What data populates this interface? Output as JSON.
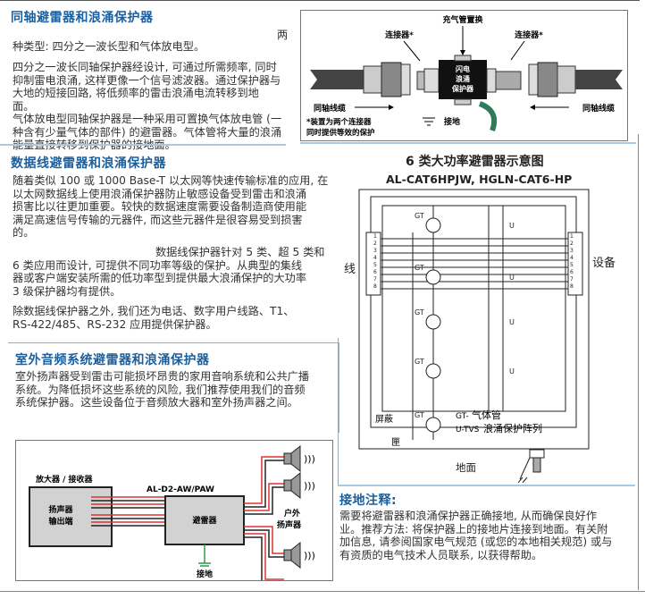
{
  "coax": {
    "title": "同轴避雷器和浪涌保护器",
    "para1_end": "两",
    "para1": "种类型: 四分之一波长型和气体放电型。",
    "para2_lines": [
      "四分之一波长同轴保护器经设计, 可通过所需频率, 同时",
      "抑制雷电浪涌, 这样更像一个信号滤波器。通过保护器与",
      "大地的短接回路, 将低频率的雷击浪涌电流转移到地",
      "面。"
    ],
    "para3_lines": [
      "气体放电型同轴保护器是一种采用可置换气体放电管 (一",
      "种含有少量气体的部件) 的避雷器。气体管将大量的浪涌",
      "能量直接转移到保护器的接地面。"
    ],
    "figure": {
      "gas_tube_label": "充气管置换",
      "connector_left": "连接器*",
      "connector_right": "连接器*",
      "device_label": [
        "闪电",
        "浪涌",
        "保护器"
      ],
      "cable_left": "同轴线缆",
      "cable_right": "同轴线缆",
      "ground": "接地",
      "note_lines": [
        "*装置为两个连接器",
        "同时提供等效的保护"
      ]
    }
  },
  "data_line": {
    "title": "数据线避雷器和浪涌保护器",
    "para1_lines": [
      "随着类似 100 或 1000 Base-T 以太网等快速传输标准的应用, 在",
      "以太网数据线上使用浪涌保护器防止敏感设备受到雷击和浪涌",
      "损害比以往更加重要。较快的数据速度需要设备制造商使用能",
      "满足高速信号传输的元器件, 而这些元器件是很容易受到损害",
      "的。"
    ],
    "para2_lines": [
      "数据线保护器针对 5 类、超 5 类和",
      "6 类应用而设计, 可提供不同功率等级的保护。从典型的集线",
      "器或客户端安装所需的低功率型到提供最大浪涌保护的大功率",
      "3 级保护器均有提供。"
    ],
    "para3_lines": [
      "除数据线保护器之外, 我们还为电话、数字用户线路、T1、",
      "RS-422/485、RS-232 应用提供保护器。"
    ]
  },
  "cat6": {
    "title": "6 类大功率避雷器示意图",
    "models": "AL-CAT6HPJW, HGLN-CAT6-HP",
    "line_label": "线",
    "equipment_label": "设备",
    "shield_label": "屏蔽",
    "case_label": "匣",
    "ground_label": "地面",
    "gt_label": "GT",
    "u_label": "U",
    "pins": [
      "1",
      "2",
      "3",
      "4",
      "5",
      "6",
      "7",
      "8"
    ],
    "legend": [
      {
        "key": "GT-",
        "text": "气体管"
      },
      {
        "key": "U-TVS",
        "text": "浪涌保护阵列"
      }
    ]
  },
  "audio": {
    "title": "室外音频系统避雷器和浪涌保护器",
    "para_lines": [
      "室外扬声器受到雷击可能损坏昂贵的家用音响系统和公共广播",
      "系统。为降低损坏这些系统的风险, 我们推荐使用我们的音频",
      "系统保护器。这些设备位于音频放大器和室外扬声器之间。"
    ],
    "figure": {
      "amp_label": "放大器 / 接收器",
      "amp_inner": [
        "扬声器",
        "输出端"
      ],
      "model": "AL-D2-AW/PAW",
      "arrester": "避雷器",
      "speakers_label": [
        "户外",
        "扬声器"
      ],
      "ground": "接地"
    }
  },
  "grounding": {
    "title": "接地注释:",
    "para_lines": [
      "需要将避雷器和浪涌保护器正确接地, 从而确保良好作",
      "业。推荐方法: 将保护器上的接地片连接到地面。有关附",
      "加信息, 请参阅国家电气规范 (或您的本地相关规范) 或与",
      "有资质的电气技术人员联系, 以获得帮助。"
    ]
  }
}
